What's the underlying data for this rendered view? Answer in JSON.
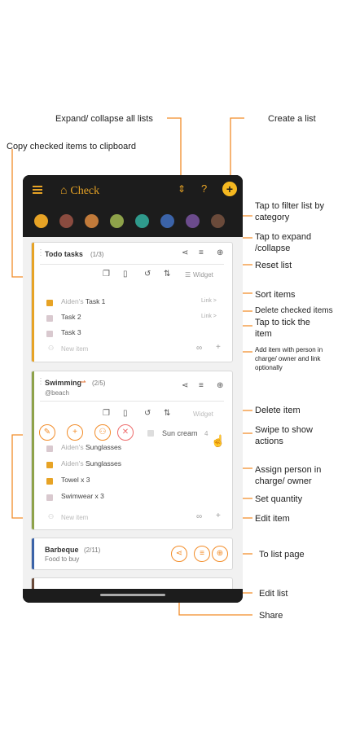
{
  "callouts": {
    "expand_collapse": "Expand/ collapse all lists",
    "create_list": "Create a list",
    "copy_checked": "Copy checked items to clipboard",
    "filter_category": "Tap to filter list by category",
    "expand_collapse_one": "Tap to expand /collapse",
    "reset_list": "Reset list",
    "sort_items": "Sort items",
    "delete_checked": "Delete checked items",
    "tick_item": "Tap to tick the item",
    "add_item": "Add item with person in charge/ owner and link optionally",
    "delete_item": "Delete item",
    "swipe_actions": "Swipe to show actions",
    "assign_person": "Assign person in charge/ owner",
    "set_quantity": "Set quantity",
    "edit_item": "Edit item",
    "to_list_page": "To list page",
    "edit_list": "Edit list",
    "share": "Share"
  },
  "app": {
    "name": "Check",
    "help_icon": "?",
    "colors": [
      "#e7a325",
      "#8a4b3f",
      "#c17a3a",
      "#8ea24a",
      "#2f9a8c",
      "#3b63a8",
      "#6b4b8c",
      "#6a4a3a"
    ],
    "accent": "#f28c28"
  },
  "cards": {
    "todo": {
      "title": "Todo tasks",
      "count": "(1/3)",
      "widget": "Widget",
      "items": [
        {
          "owner": "Aiden's",
          "name": "Task 1",
          "link": "Link >",
          "checked": true
        },
        {
          "owner": "",
          "name": "Task 2",
          "link": "Link >",
          "checked": false
        },
        {
          "owner": "",
          "name": "Task 3",
          "link": "",
          "checked": false
        }
      ],
      "new_item": "New item"
    },
    "swimming": {
      "title": "Swimming",
      "count": "(2/5)",
      "subtitle": "@beach",
      "widget": "Widget",
      "swiped_item": "Sun cream",
      "swiped_qty": "4",
      "items": [
        {
          "owner": "Aiden's",
          "name": "Sunglasses",
          "checked": false
        },
        {
          "owner": "Aiden's",
          "name": "Sunglasses",
          "checked": true
        },
        {
          "owner": "",
          "name": "Towel x 3",
          "checked": true
        },
        {
          "owner": "",
          "name": "Swimwear x 3",
          "checked": false
        }
      ],
      "new_item": "New item"
    },
    "barbeque": {
      "title": "Barbeque",
      "count": "(2/11)",
      "subtitle": "Food to buy"
    }
  }
}
